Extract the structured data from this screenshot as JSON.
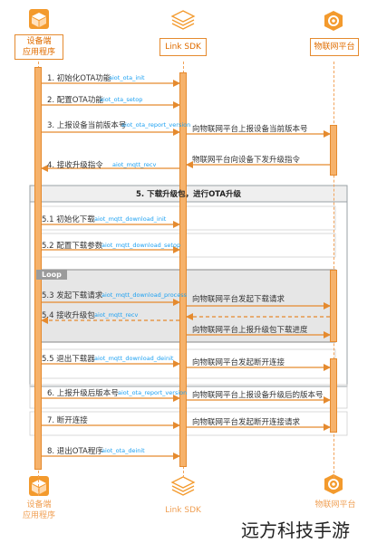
{
  "participants": {
    "device": {
      "label_line1": "设备端",
      "label_line2": "应用程序",
      "icon": "cube-icon"
    },
    "sdk": {
      "label": "Link SDK",
      "icon": "layers-icon"
    },
    "iot": {
      "label": "物联网平台",
      "icon": "hexagon-gear-icon"
    }
  },
  "messages": [
    {
      "text": "1. 初始化OTA功能",
      "api": "aiot_ota_init"
    },
    {
      "text": "2. 配置OTA功能",
      "api": "aiot_ota_setop"
    },
    {
      "text": "3. 上报设备当前版本号",
      "api": "aiot_ota_report_version",
      "right": "向物联网平台上报设备当前版本号"
    },
    {
      "text": "4. 接收升级指令",
      "api": "aiot_mqtt_recv",
      "right": "物联网平台向设备下发升级指令"
    }
  ],
  "section5": {
    "title": "5. 下载升级包，进行OTA升级",
    "m51": {
      "text": "5.1 初始化下载",
      "api": "aiot_mqtt_download_init"
    },
    "m52": {
      "text": "5.2 配置下载参数",
      "api": "aiot_mqtt_download_setop"
    },
    "loop": {
      "tag": "Loop",
      "m53": {
        "text": "5.3 发起下载请求",
        "api": "aiot_mqtt_download_process",
        "right": "向物联网平台发起下载请求"
      },
      "m54": {
        "text": "5.4 接收升级包",
        "api": "aiot_mqtt_recv"
      },
      "right_progress": "向物联网平台上报升级包下载进度"
    },
    "m55": {
      "text": "5.5 退出下载器",
      "api": "aiot_mqtt_download_deinit",
      "right": "向物联网平台发起断开连接"
    }
  },
  "after": [
    {
      "text": "6. 上报升级后版本号",
      "api": "aiot_ota_report_version",
      "right": "向物联网平台上报设备升级后的版本号"
    },
    {
      "text": "7. 断开连接",
      "api": "",
      "right": "向物联网平台发起断开连接请求"
    },
    {
      "text": "8. 退出OTA程序",
      "api": "aiot_ota_deinit"
    }
  ],
  "watermark": "远方科技手游",
  "colors": {
    "orange": "#e58a2e",
    "orange_fill": "#f6b26b",
    "api_blue": "#1da1f2",
    "gray": "#9aa0a6",
    "loop_fill": "#e6e6e6"
  }
}
